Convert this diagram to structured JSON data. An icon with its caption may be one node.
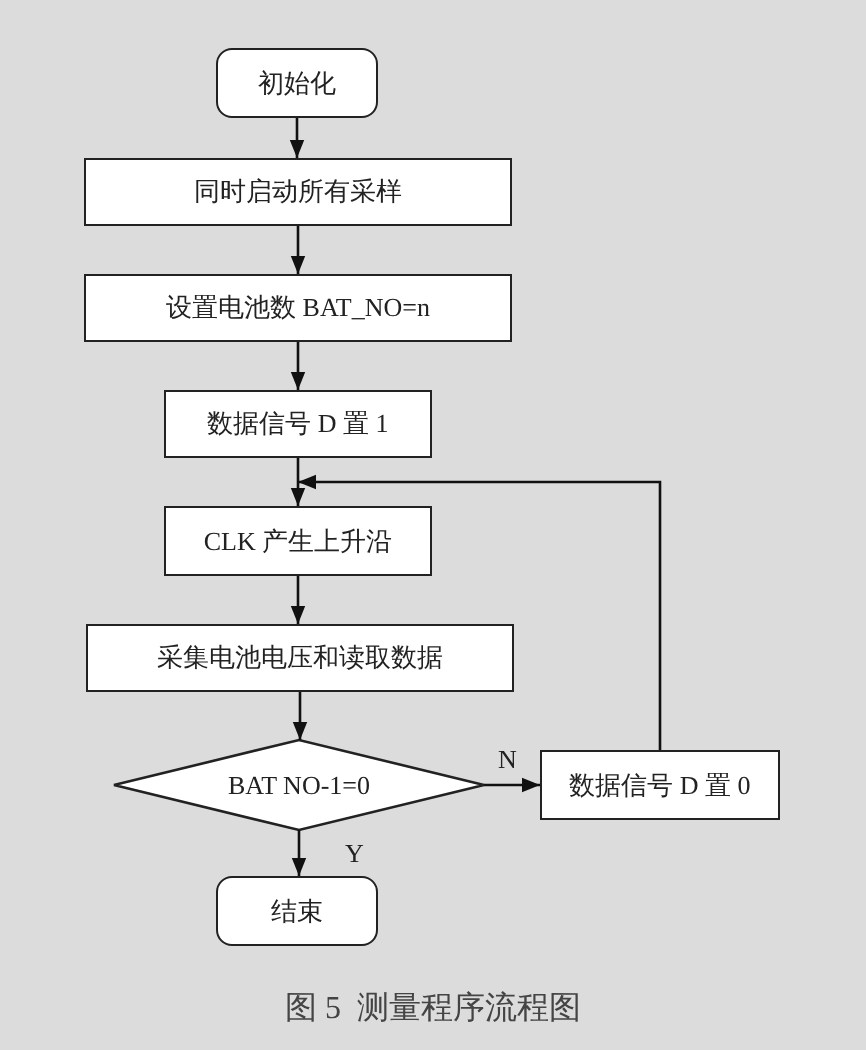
{
  "diagram": {
    "caption": "图 5  测量程序流程图",
    "nodes": [
      {
        "text": [
          "初始化"
        ]
      },
      {
        "text": [
          "同时启动所有采样"
        ]
      },
      {
        "text": [
          "设置电池数 BAT_NO=n"
        ]
      },
      {
        "text": [
          "数据信号 D 置 1"
        ]
      },
      {
        "text": [
          "CLK 产生上升沿"
        ]
      },
      {
        "text": [
          "采集电池电压和读取数据"
        ]
      },
      {
        "text": [
          "BAT NO-1=0"
        ]
      },
      {
        "text": [
          "数据信号 D 置 0"
        ]
      },
      {
        "text": [
          "结束"
        ]
      }
    ],
    "edges": [
      {
        "from": 0,
        "to": 1,
        "arrow": "to"
      },
      {
        "from": 1,
        "to": 2,
        "arrow": "to"
      },
      {
        "from": 2,
        "to": 3,
        "arrow": "to"
      },
      {
        "from": 3,
        "to": 4,
        "arrow": "to"
      },
      {
        "from": 4,
        "to": 5,
        "arrow": "to"
      },
      {
        "from": 5,
        "to": 6,
        "arrow": "to"
      },
      {
        "from": 6,
        "to": 7,
        "arrow": "to",
        "label": "N"
      },
      {
        "from": 7,
        "to": 4,
        "arrow": "to"
      },
      {
        "from": 6,
        "to": 8,
        "arrow": "to",
        "label": "Y"
      }
    ]
  }
}
